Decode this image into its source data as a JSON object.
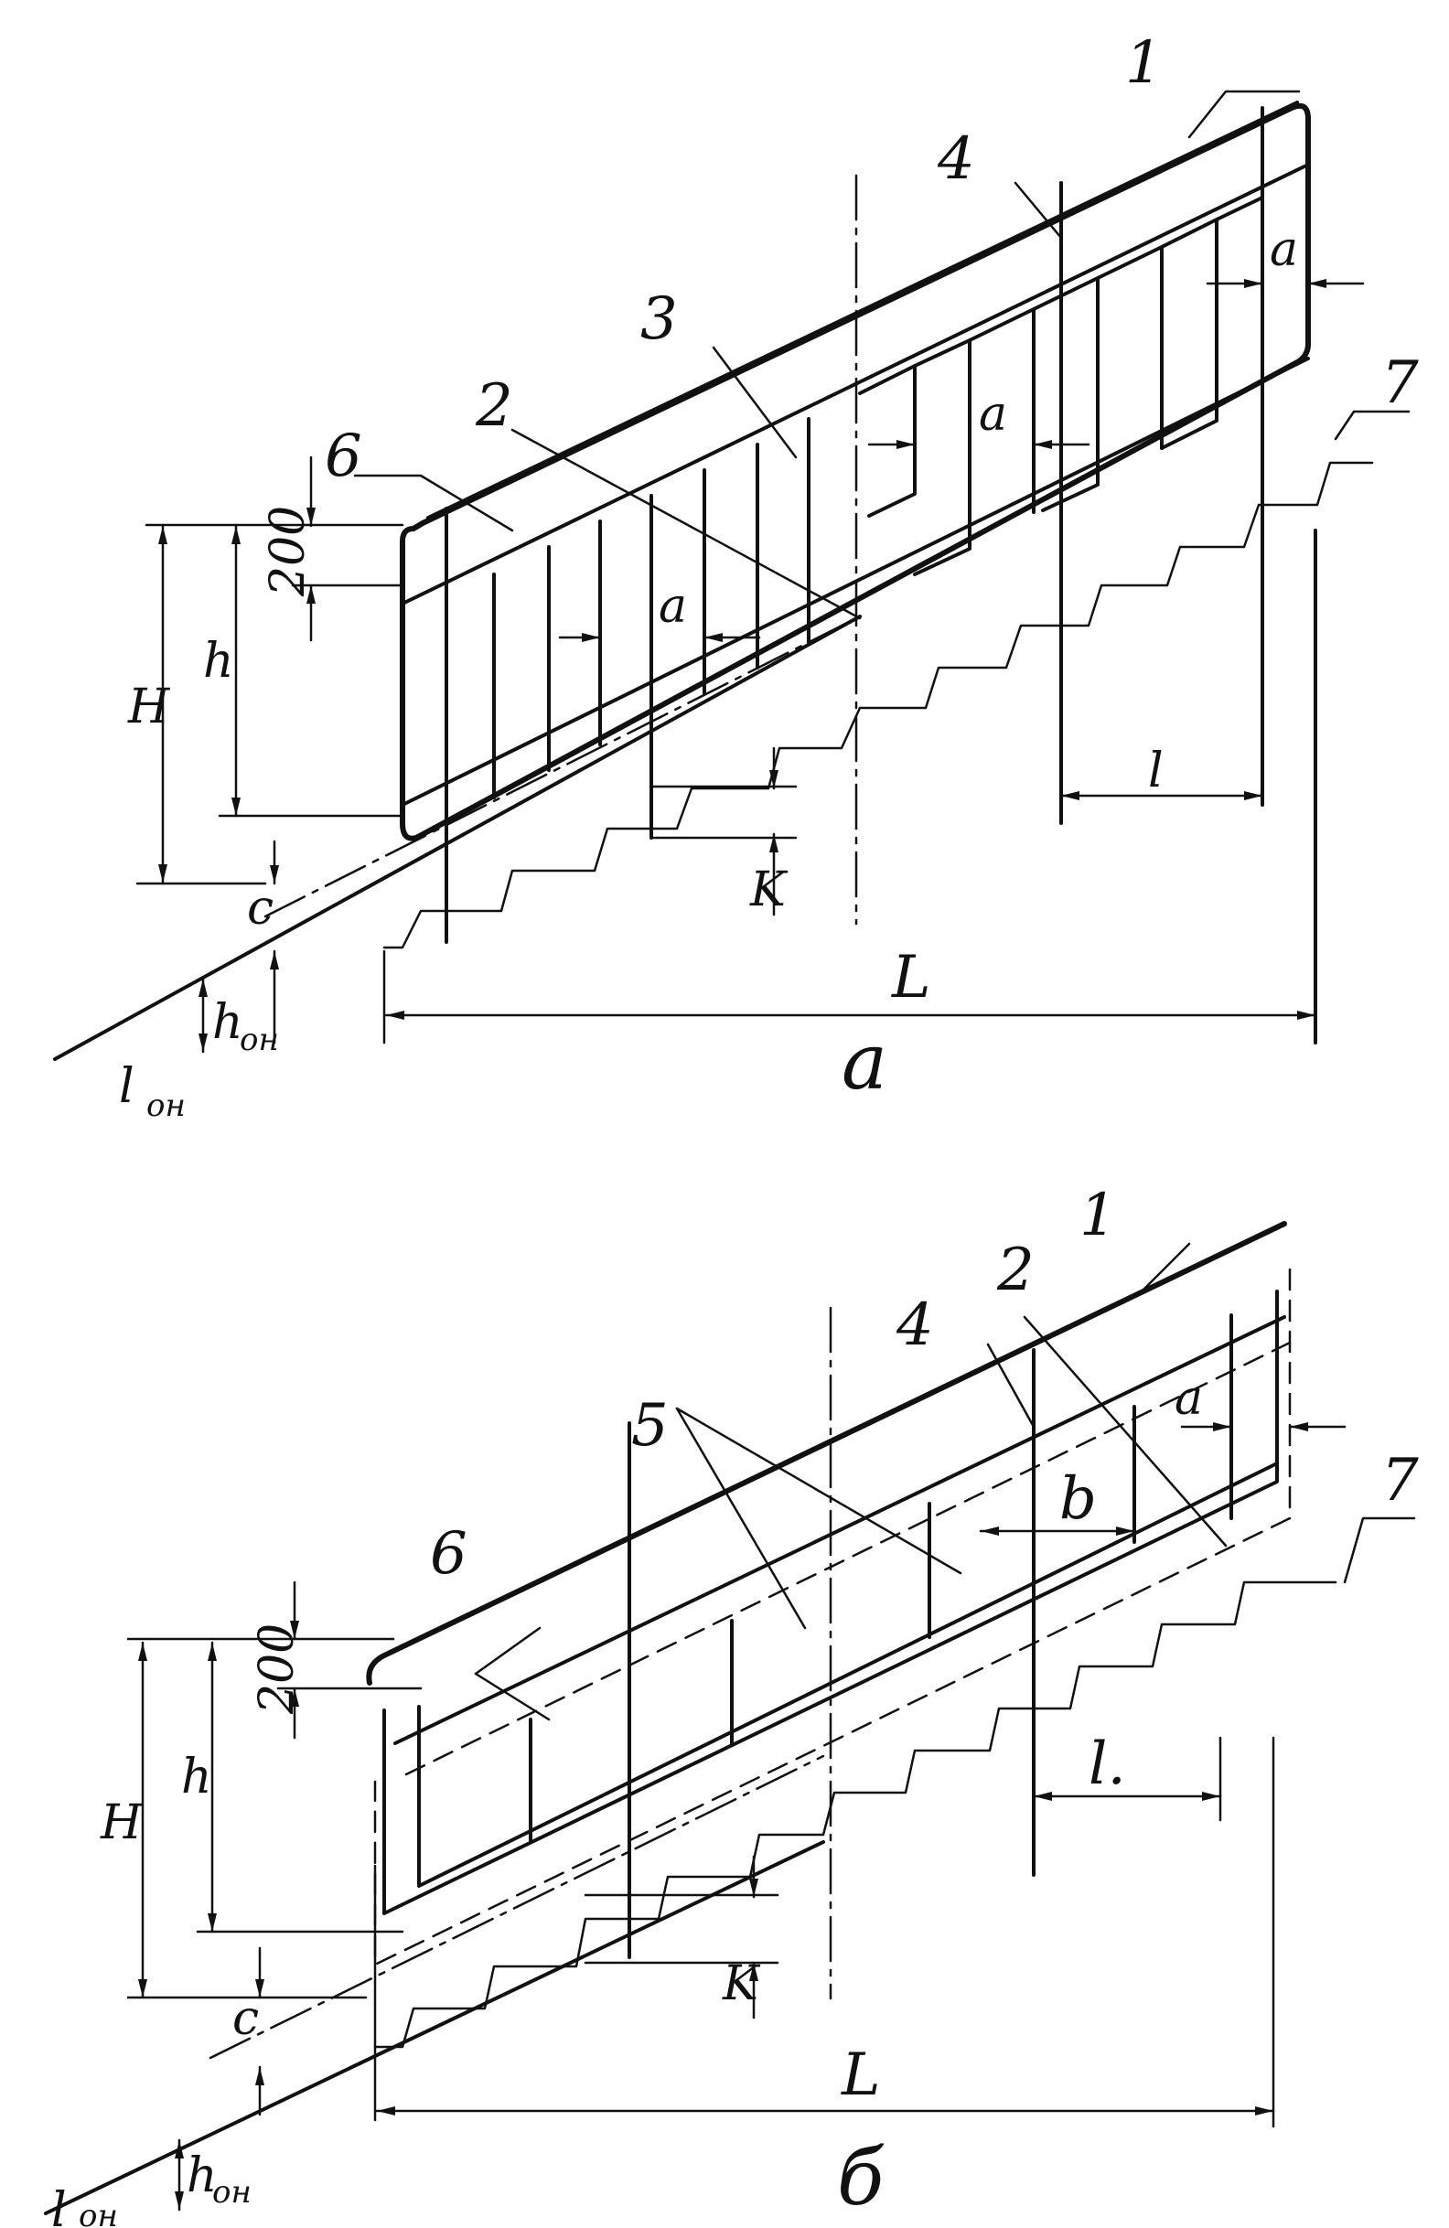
{
  "figure_a": {
    "caption": "а",
    "callouts": {
      "c1": "1",
      "c2": "2",
      "c3": "3",
      "c4": "4",
      "c6": "6",
      "c7": "7"
    },
    "dims": {
      "H": "H",
      "h": "h",
      "d200": "200",
      "c": "c",
      "k": "K",
      "a1": "a",
      "a2": "a",
      "a3": "a",
      "l": "l",
      "L": "L",
      "h_on": "h",
      "h_on_sub": "он",
      "l_on": "l",
      "l_on_sub": "он"
    }
  },
  "figure_b": {
    "caption": "б",
    "callouts": {
      "c1": "1",
      "c2": "2",
      "c4": "4",
      "c5": "5",
      "c6": "6",
      "c7": "7"
    },
    "dims": {
      "H": "H",
      "h": "h",
      "d200": "200",
      "c": "c",
      "k": "K",
      "a": "a",
      "b": "b",
      "l": "l.",
      "L": "L",
      "h_on": "h",
      "h_on_sub": "он",
      "l_on": "l",
      "l_on_sub": "он"
    }
  }
}
